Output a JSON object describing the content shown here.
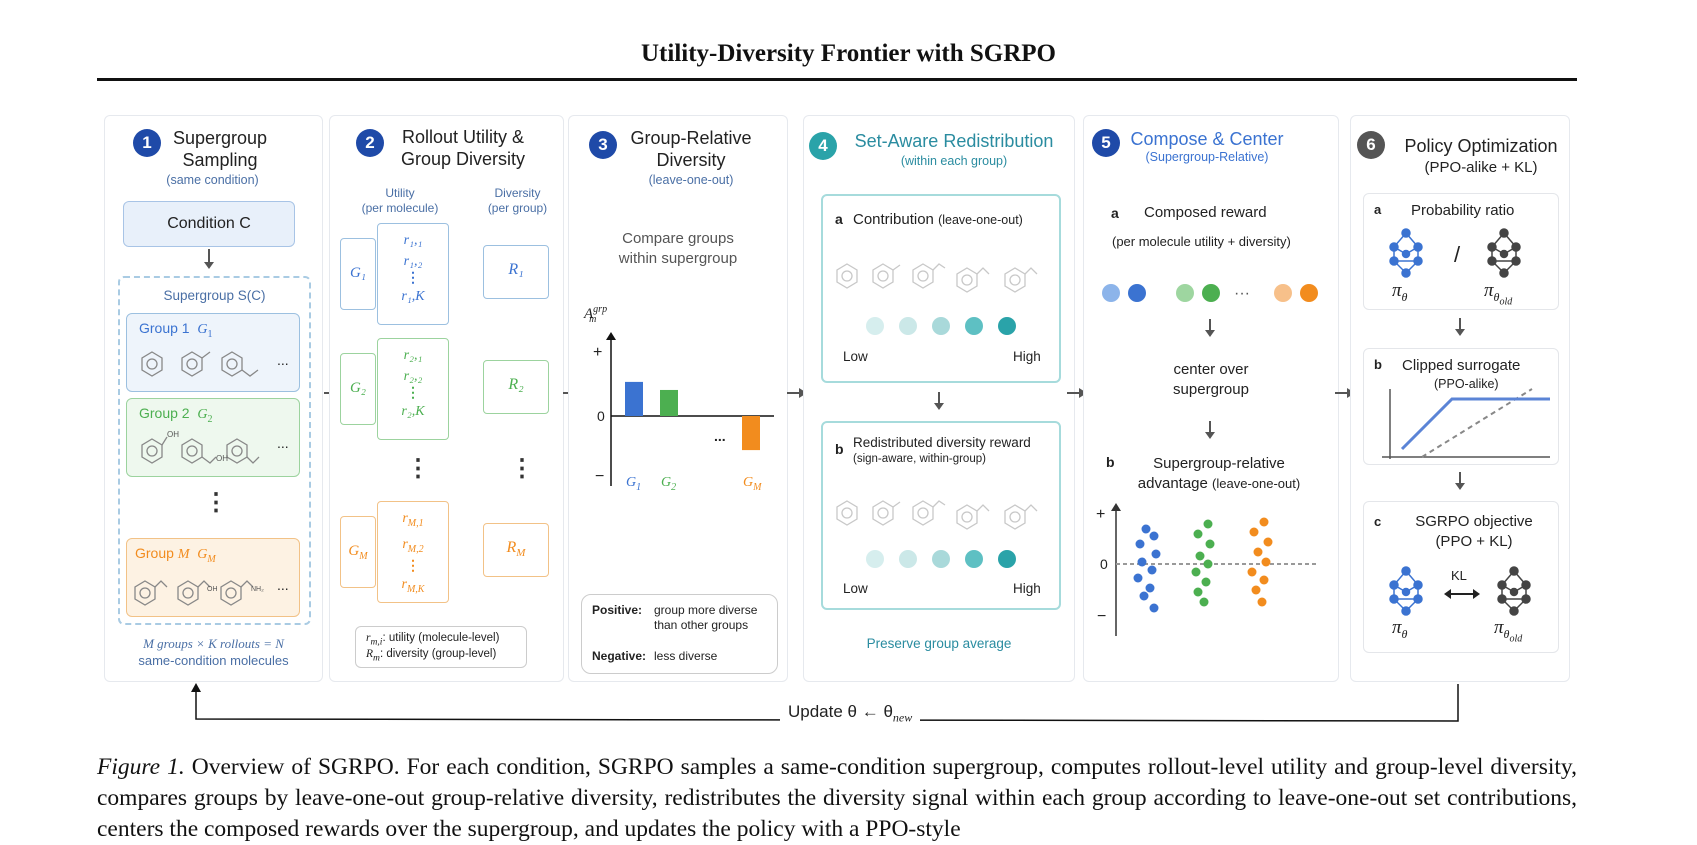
{
  "figure": {
    "title": "Utility-Diversity Frontier with SGRPO",
    "update_label": "Update θ ← θ",
    "update_sub": "new"
  },
  "p1": {
    "number": "1",
    "title_line1": "Supergroup",
    "title_line2": "Sampling",
    "subtitle": "(same condition)",
    "condition": "Condition C",
    "supergroup": "Supergroup S(C)",
    "group1": "Group 1",
    "group1_sym": "G",
    "group1_sub": "1",
    "group2": "Group 2",
    "group2_sym": "G",
    "group2_sub": "2",
    "groupM": "Group M",
    "groupM_sym": "G",
    "groupM_sub": "M",
    "ellipsis": "...",
    "dots": "⋮",
    "footer_line1": "M groups × K rollouts = N",
    "footer_line2": "same-condition molecules"
  },
  "p2": {
    "number": "2",
    "title_line1": "Rollout Utility &",
    "title_line2": "Group Diversity",
    "col_utility": "Utility",
    "col_utility_sub": "(per molecule)",
    "col_diversity": "Diversity",
    "col_diversity_sub": "(per group)",
    "g1": "G₁",
    "g2": "G₂",
    "gM": "G_M",
    "r1": [
      "r₁,₁",
      "r₁,₂",
      "⋮",
      "r₁,K"
    ],
    "r2": [
      "r₂,₁",
      "r₂,₂",
      "⋮",
      "r₂,K"
    ],
    "rM": [
      "r_M,1",
      "r_M,2",
      "⋮",
      "r_M,K"
    ],
    "R1": "R₁",
    "R2": "R₂",
    "RM": "R_M",
    "dots": "⋮",
    "legend_line1": "r_m,i: utility (molecule-level)",
    "legend_line2": "R_m: diversity (group-level)"
  },
  "p3": {
    "number": "3",
    "title_line1": "Group-Relative",
    "title_line2": "Diversity",
    "subtitle": "(leave-one-out)",
    "compare_line1": "Compare groups",
    "compare_line2": "within supergroup",
    "y_label": "A",
    "y_label_sup": "grp",
    "y_label_sub": "m",
    "tick_plus": "+",
    "tick_zero": "0",
    "tick_minus": "−",
    "ellipsis": "...",
    "positive_label": "Positive:",
    "positive_text_line1": "group more diverse",
    "positive_text_line2": "than other groups",
    "negative_label": "Negative:",
    "negative_text": "less diverse"
  },
  "chart_data": {
    "type": "bar",
    "categories": [
      "G1",
      "G2",
      "GM"
    ],
    "values": [
      0.55,
      0.42,
      -0.55
    ],
    "colors": [
      "#3b73d1",
      "#4caf50",
      "#f28c1e"
    ],
    "ylim": [
      -1,
      1
    ],
    "title": "",
    "xlabel": "",
    "ylabel": "A_m^grp"
  },
  "p4": {
    "number": "4",
    "title": "Set-Aware Redistribution",
    "subtitle": "(within each group)",
    "a_letter": "a",
    "a_title": "Contribution",
    "a_title_sub": "(leave-one-out)",
    "low": "Low",
    "high": "High",
    "b_letter": "b",
    "b_title": "Redistributed diversity reward",
    "b_sub": "(sign-aware, within-group)",
    "footer": "Preserve group average"
  },
  "p5": {
    "number": "5",
    "title": "Compose & Center",
    "subtitle": "(Supergroup-Relative)",
    "a_letter": "a",
    "a_title": "Composed reward",
    "a_sub": "(per molecule utility + diversity)",
    "dots_mid": "···",
    "center_line1": "center over",
    "center_line2": "supergroup",
    "b_letter": "b",
    "b_title_line1": "Supergroup-relative",
    "b_title_line2": "advantage",
    "b_title_sub": "(leave-one-out)",
    "tick_plus": "+",
    "tick_zero": "0",
    "tick_minus": "−"
  },
  "p6": {
    "number": "6",
    "title": "Policy Optimization",
    "subtitle": "(PPO-alike + KL)",
    "a_letter": "a",
    "a_title": "Probability ratio",
    "pi_theta": "π",
    "pi_sub": "θ",
    "pi_old_sub": "θold",
    "slash": "/",
    "b_letter": "b",
    "b_title": "Clipped surrogate",
    "b_sub": "(PPO-alike)",
    "c_letter": "c",
    "c_title": "SGRPO objective",
    "c_sub": "(PPO + KL)",
    "kl": "KL"
  },
  "caption": {
    "label": "Figure 1.",
    "text": "Overview of SGRPO. For each condition, SGRPO samples a same-condition supergroup, computes rollout-level utility and group-level diversity, compares groups by leave-one-out group-relative diversity, redistributes the diversity signal within each group according to leave-one-out set contributions, centers the composed rewards over the supergroup, and updates the policy with a PPO-style"
  },
  "colors": {
    "blue": "#3b73d1",
    "green": "#4caf50",
    "orange": "#f28c1e",
    "teal": "#2aa3a9",
    "navy": "#1f4aa8",
    "gray": "#555555"
  }
}
